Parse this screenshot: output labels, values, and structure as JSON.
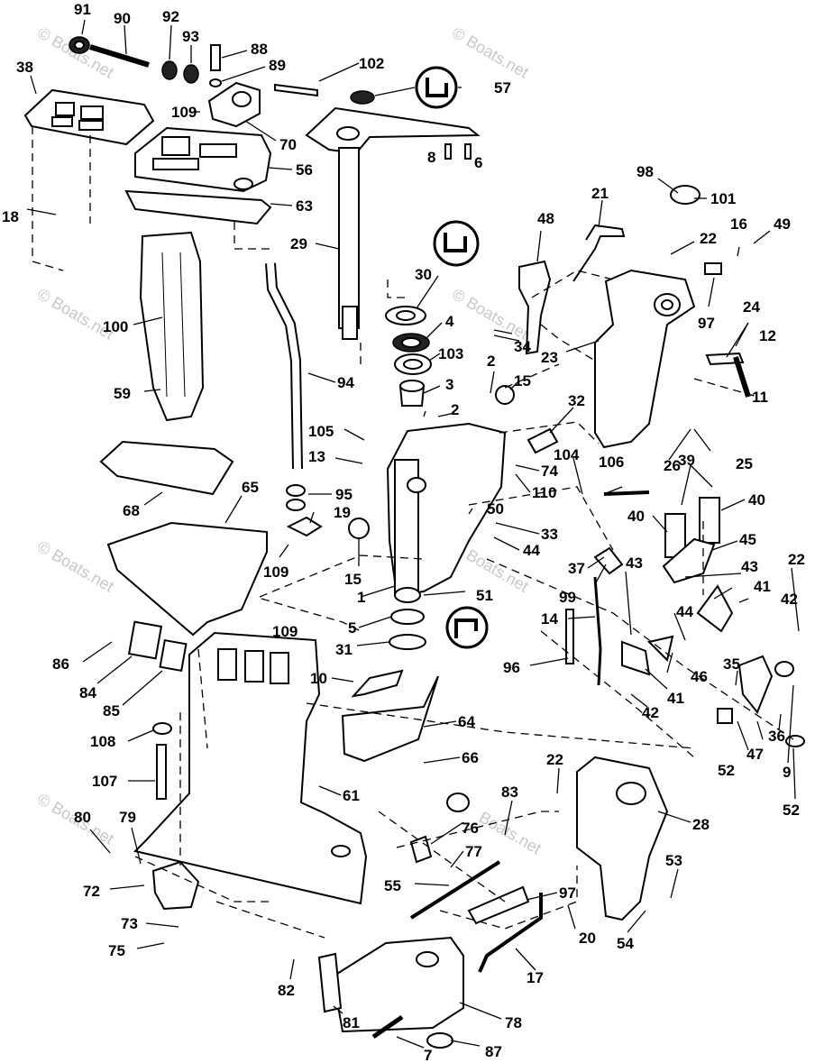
{
  "watermark": "© Boats.net",
  "watermark_alt": "Boats.net",
  "callouts": [
    "91",
    "90",
    "92",
    "93",
    "88",
    "89",
    "102",
    "57",
    "38",
    "109",
    "70",
    "56",
    "63",
    "18",
    "8",
    "6",
    "98",
    "21",
    "101",
    "48",
    "22",
    "16",
    "49",
    "29",
    "100",
    "30",
    "4",
    "103",
    "3",
    "34",
    "97",
    "24",
    "12",
    "23",
    "11",
    "59",
    "94",
    "2",
    "2",
    "15",
    "32",
    "105",
    "13",
    "104",
    "74",
    "110",
    "106",
    "26",
    "25",
    "39",
    "40",
    "40",
    "95",
    "19",
    "50",
    "33",
    "44",
    "45",
    "68",
    "65",
    "109",
    "15",
    "1",
    "37",
    "43",
    "43",
    "99",
    "41",
    "42",
    "22",
    "51",
    "14",
    "44",
    "5",
    "31",
    "109",
    "96",
    "46",
    "35",
    "41",
    "42",
    "86",
    "84",
    "85",
    "10",
    "64",
    "52",
    "47",
    "36",
    "9",
    "52",
    "108",
    "66",
    "107",
    "22",
    "28",
    "61",
    "83",
    "80",
    "79",
    "76",
    "77",
    "72",
    "55",
    "97",
    "20",
    "53",
    "54",
    "73",
    "75",
    "17",
    "82",
    "81",
    "78",
    "7",
    "87"
  ]
}
